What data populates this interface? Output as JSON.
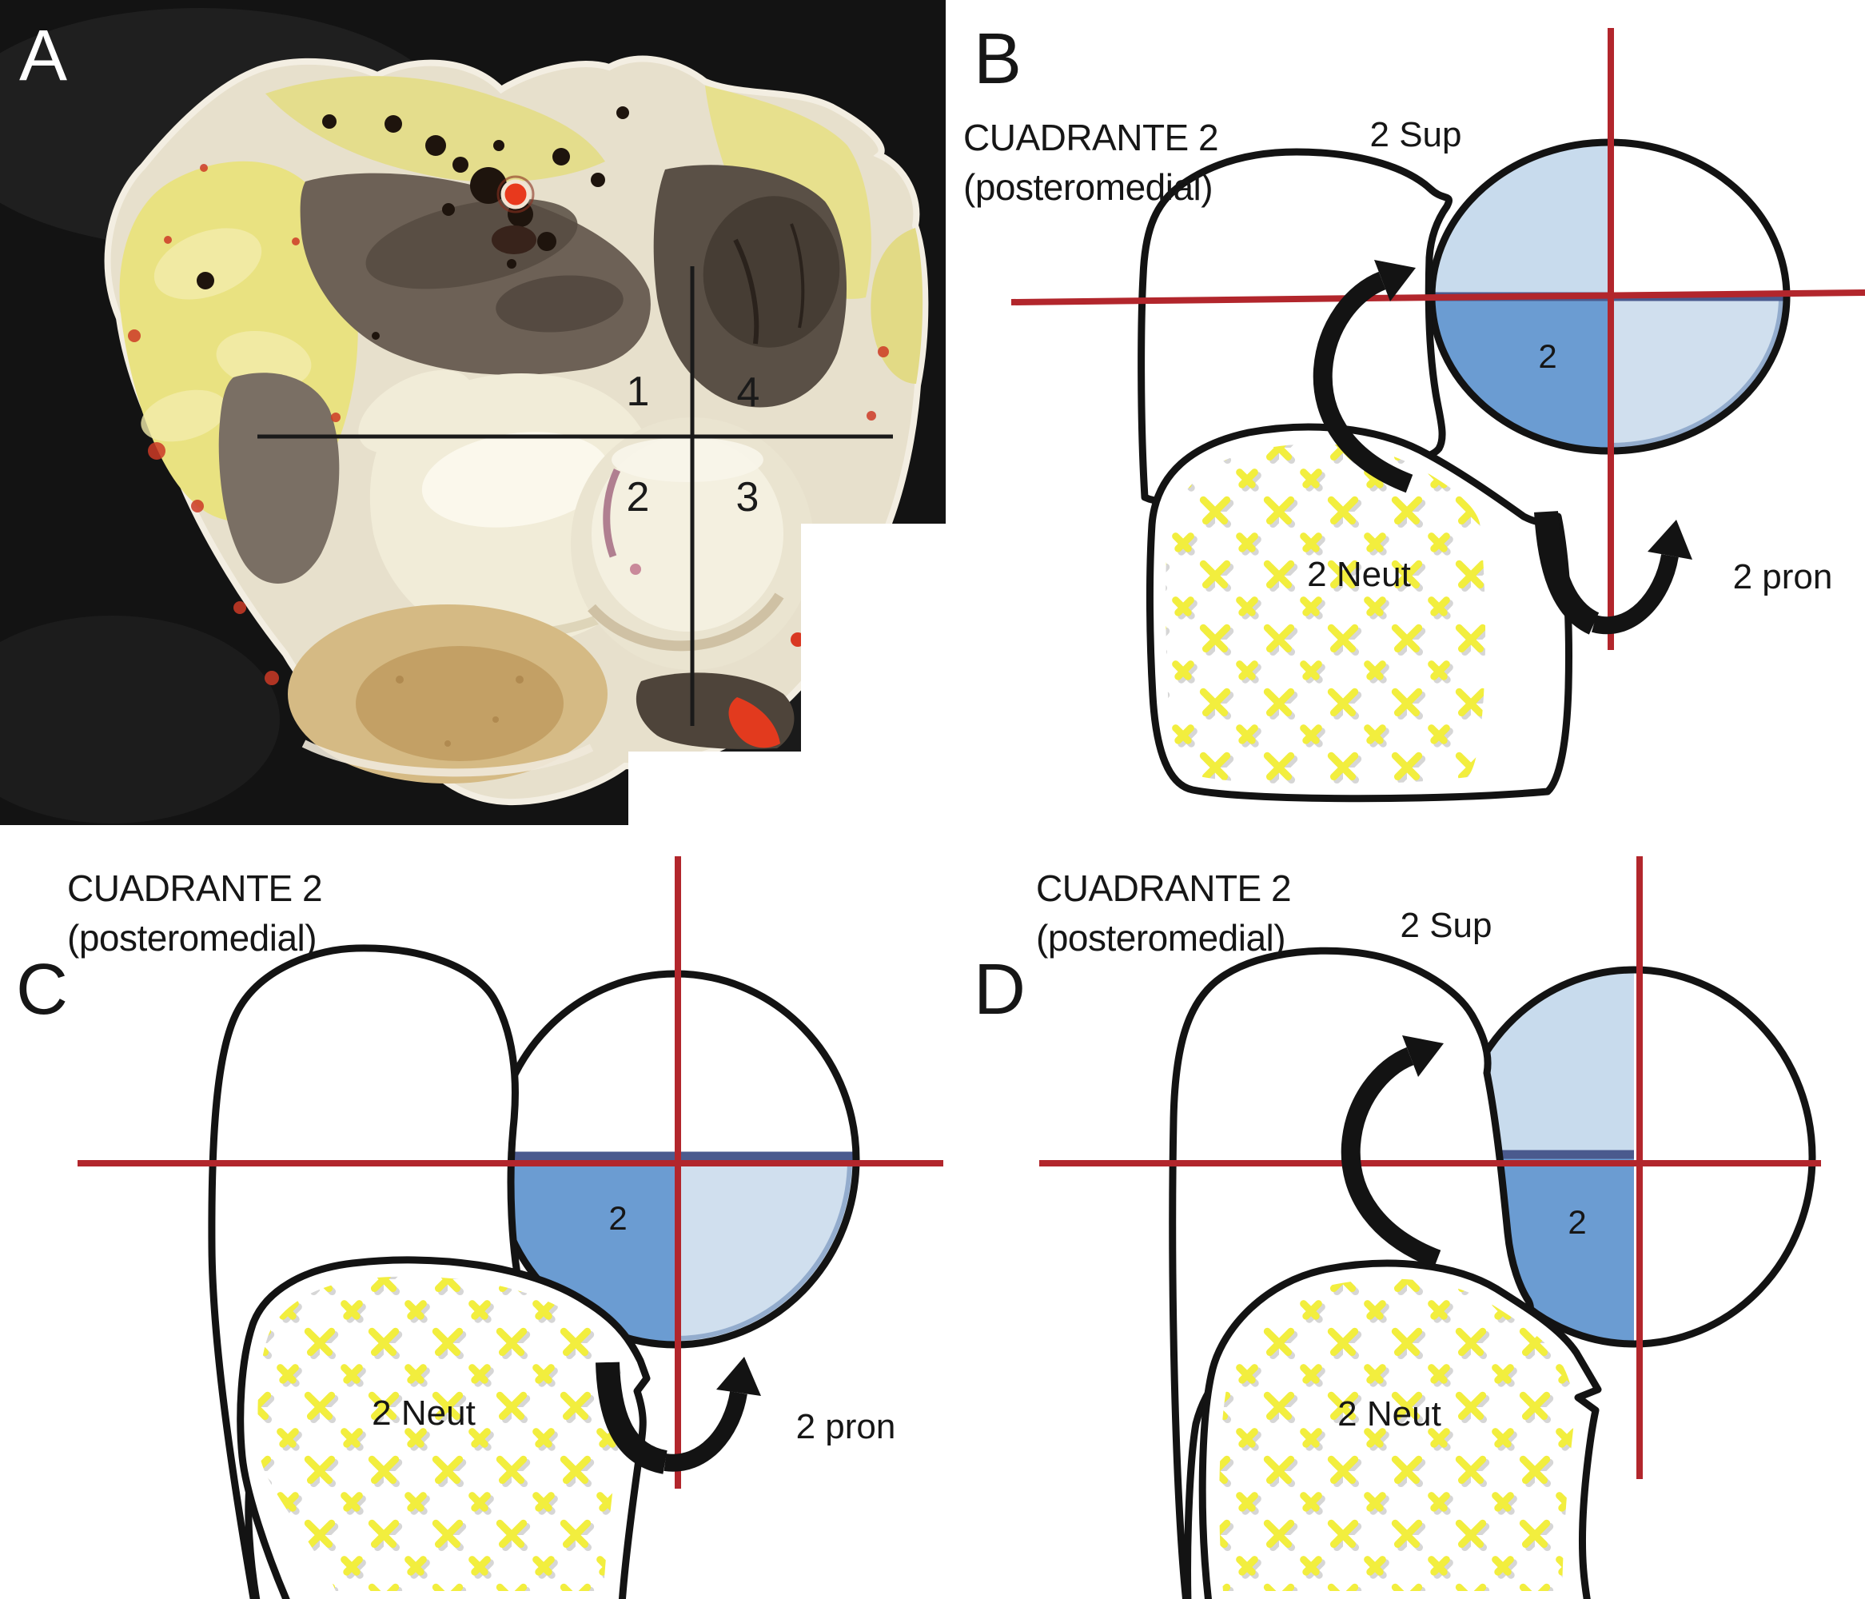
{
  "panels": {
    "A": {
      "letter": "A",
      "quadrants": {
        "q1": "1",
        "q2": "2",
        "q3": "3",
        "q4": "4"
      }
    },
    "B": {
      "letter": "B",
      "title_line1": "CUADRANTE 2",
      "title_line2": "(posteromedial)",
      "label_sup": "2 Sup",
      "label_neut": "2 Neut",
      "label_pron": "2 pron",
      "quadrant_number": "2"
    },
    "C": {
      "letter": "C",
      "title_line1": "CUADRANTE 2",
      "title_line2": "(posteromedial)",
      "label_neut": "2 Neut",
      "label_pron": "2 pron",
      "quadrant_number": "2"
    },
    "D": {
      "letter": "D",
      "title_line1": "CUADRANTE 2",
      "title_line2": "(posteromedial)",
      "label_sup": "2 Sup",
      "label_neut": "2 Neut",
      "quadrant_number": "2"
    }
  },
  "colors": {
    "axis_red": "#b2262c",
    "chord_navy": "#4a5a8e",
    "quadrant_medium_blue": "#6b9cd2",
    "quadrant_light_blue": "#c8dbed",
    "quadrant_light_blue_alt": "#d0dfee",
    "hatch_yellow": "#f2ee3e",
    "arrow_black": "#131313",
    "crosshair_black": "#1a1a1a",
    "photo_background": "#131313"
  }
}
